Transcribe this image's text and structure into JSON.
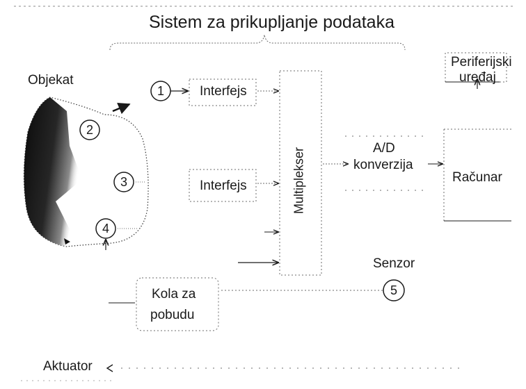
{
  "title": "Sistem za prikupljanje podataka",
  "objekat": "Objekat",
  "interfejs1": "Interfejs",
  "interfejs2": "Interfejs",
  "multiplekser": "Multiplekser",
  "ad_line1": "A/D",
  "ad_line2": "konverzija",
  "racunar": "Računar",
  "periferijski_line1": "Periferijski",
  "periferijski_line2": "uređaj",
  "senzor": "Senzor",
  "kola_line1": "Kola za",
  "kola_line2": "pobudu",
  "aktuator": "Aktuator",
  "markers": [
    "1",
    "2",
    "3",
    "4",
    "5"
  ],
  "colors": {
    "ink": "#1a1a1a",
    "dotted": "#6b6b6b",
    "object_dark": "#111111"
  }
}
